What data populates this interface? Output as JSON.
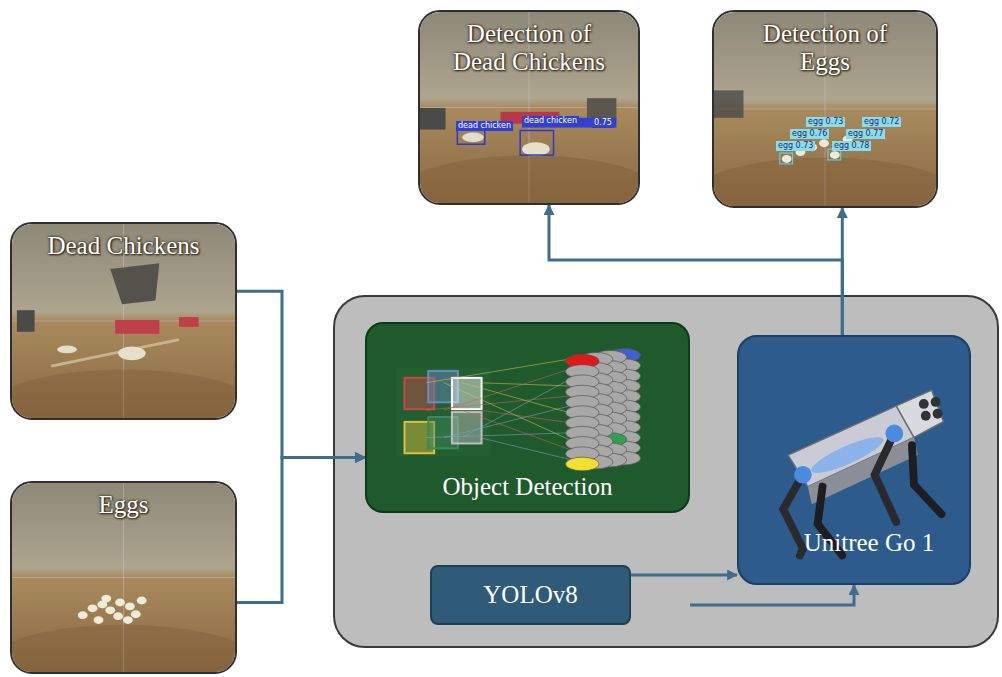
{
  "diagram": {
    "nodes": [
      {
        "text": [
          "Detection of Dead Chickens"
        ]
      },
      {
        "text": [
          "Detection of Eggs"
        ]
      },
      {
        "text": [
          "Dead Chickens"
        ]
      },
      {
        "text": [
          "Object Detection"
        ]
      },
      {
        "text": [
          "Unitree Go 1"
        ]
      },
      {
        "text": [
          "Eggs"
        ]
      },
      {
        "text": [
          "YOLOv8"
        ]
      }
    ],
    "edges": [
      {
        "from": 2,
        "to": 3,
        "arrow": "to"
      },
      {
        "from": 5,
        "to": 3,
        "arrow": "to"
      },
      {
        "from": 3,
        "to": 4,
        "arrow": "to"
      },
      {
        "from": 6,
        "to": 4,
        "arrow": "to"
      },
      {
        "from": 4,
        "to": 0,
        "arrow": "to"
      },
      {
        "from": 4,
        "to": 1,
        "arrow": "to"
      }
    ],
    "labels": [
      "dead chicken",
      "dead chicken",
      "0.75",
      "egg 0.73",
      "egg 0.72",
      "egg 0.76",
      "egg 0.77",
      "egg 0.73",
      "egg 0.78"
    ]
  }
}
